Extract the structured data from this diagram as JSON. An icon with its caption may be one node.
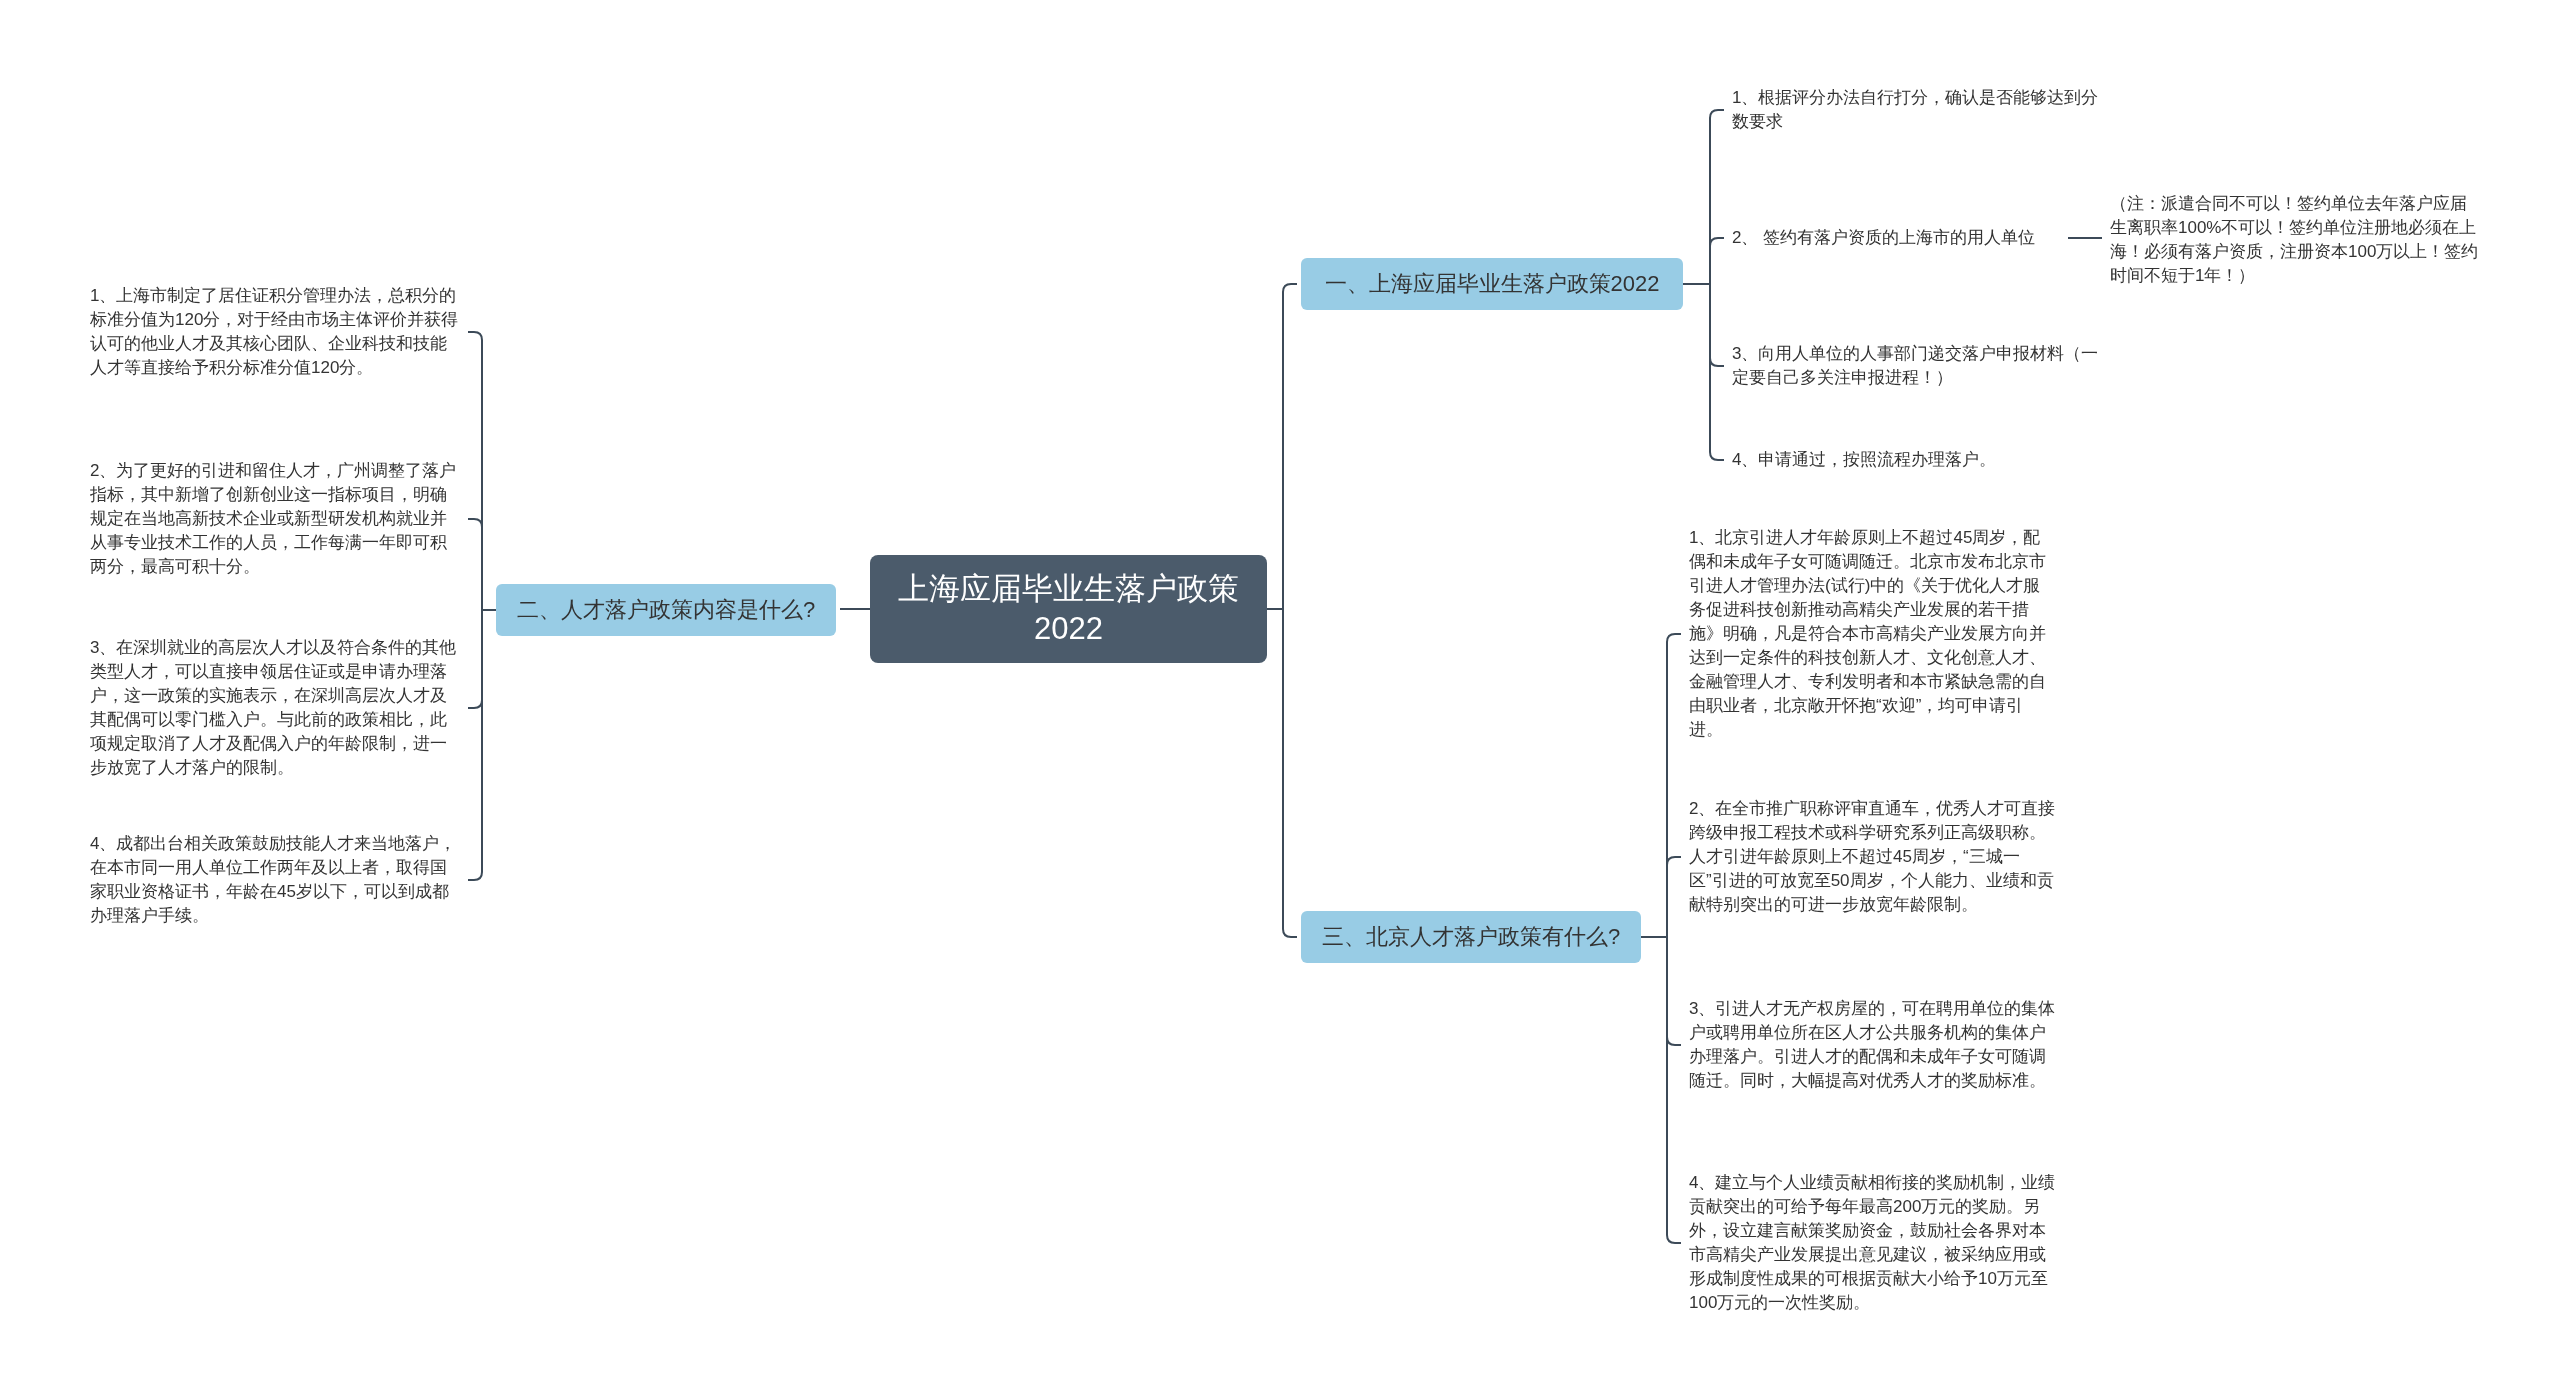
{
  "diagram": {
    "nodes": [
      {
        "text": [
          "上海应届毕业生落户政策2022"
        ]
      },
      {
        "text": [
          "一、上海应届毕业生落户政策2022"
        ]
      },
      {
        "text": [
          "1、根据评分办法自行打分，确认是否能够达到分数要求"
        ]
      },
      {
        "text": [
          "2、 签约有落户资质的上海市的用人单位"
        ]
      },
      {
        "text": [
          "（注：派遣合同不可以！签约单位去年落户应届生离职率100%不可以！签约单位注册地必须在上海！必须有落户资质，注册资本100万以上！签约时间不短于1年！）"
        ]
      },
      {
        "text": [
          "3、向用人单位的人事部门递交落户申报材料（一定要自己多关注申报进程！）"
        ]
      },
      {
        "text": [
          "4、申请通过，按照流程办理落户。"
        ]
      },
      {
        "text": [
          "二、人才落户政策内容是什么?"
        ]
      },
      {
        "text": [
          "1、上海市制定了居住证积分管理办法，总积分的标准分值为120分，对于经由市场主体评价并获得认可的他业人才及其核心团队、企业科技和技能人才等直接给予积分标准分值120分。"
        ]
      },
      {
        "text": [
          "2、为了更好的引进和留住人才，广州调整了落户指标，其中新增了创新创业这一指标项目，明确规定在当地高新技术企业或新型研发机构就业并从事专业技术工作的人员，工作每满一年即可积两分，最高可积十分。"
        ]
      },
      {
        "text": [
          "3、在深圳就业的高层次人才以及符合条件的其他类型人才，可以直接申领居住证或是申请办理落户，这一政策的实施表示，在深圳高层次人才及其配偶可以零门槛入户。与此前的政策相比，此项规定取消了人才及配偶入户的年龄限制，进一步放宽了人才落户的限制。"
        ]
      },
      {
        "text": [
          "4、成都出台相关政策鼓励技能人才来当地落户，在本市同一用人单位工作两年及以上者，取得国家职业资格证书，年龄在45岁以下，可以到成都办理落户手续。"
        ]
      },
      {
        "text": [
          "三、北京人才落户政策有什么?"
        ]
      },
      {
        "text": [
          "1、北京引进人才年龄原则上不超过45周岁，配偶和未成年子女可随调随迁。北京市发布北京市引进人才管理办法(试行)中的《关于优化人才服务促进科技创新推动高精尖产业发展的若干措施》明确，凡是符合本市高精尖产业发展方向并达到一定条件的科技创新人才、文化创意人才、金融管理人才、专利发明者和本市紧缺急需的自由职业者，北京敞开怀抱“欢迎”，均可申请引进。"
        ]
      },
      {
        "text": [
          "2、在全市推广职称评审直通车，优秀人才可直接跨级申报工程技术或科学研究系列正高级职称。人才引进年龄原则上不超过45周岁，“三城一区”引进的可放宽至50周岁，个人能力、业绩和贡献特别突出的可进一步放宽年龄限制。"
        ]
      },
      {
        "text": [
          "3、引进人才无产权房屋的，可在聘用单位的集体户或聘用单位所在区人才公共服务机构的集体户办理落户。引进人才的配偶和未成年子女可随调随迁。同时，大幅提高对优秀人才的奖励标准。"
        ]
      },
      {
        "text": [
          "4、建立与个人业绩贡献相衔接的奖励机制，业绩贡献突出的可给予每年最高200万元的奖励。另外，设立建言献策奖励资金，鼓励社会各界对本市高精尖产业发展提出意见建议，被采纳应用或形成制度性成果的可根据贡献大小给予10万元至100万元的一次性奖励。"
        ]
      }
    ],
    "edges": [
      {
        "from": 0,
        "to": 1,
        "arrow": "none"
      },
      {
        "from": 1,
        "to": 2,
        "arrow": "none"
      },
      {
        "from": 1,
        "to": 3,
        "arrow": "none"
      },
      {
        "from": 3,
        "to": 4,
        "arrow": "none"
      },
      {
        "from": 1,
        "to": 5,
        "arrow": "none"
      },
      {
        "from": 1,
        "to": 6,
        "arrow": "none"
      },
      {
        "from": 0,
        "to": 7,
        "arrow": "none"
      },
      {
        "from": 7,
        "to": 8,
        "arrow": "none"
      },
      {
        "from": 7,
        "to": 9,
        "arrow": "none"
      },
      {
        "from": 7,
        "to": 10,
        "arrow": "none"
      },
      {
        "from": 7,
        "to": 11,
        "arrow": "none"
      },
      {
        "from": 0,
        "to": 12,
        "arrow": "none"
      },
      {
        "from": 12,
        "to": 13,
        "arrow": "none"
      },
      {
        "from": 12,
        "to": 14,
        "arrow": "none"
      },
      {
        "from": 12,
        "to": 15,
        "arrow": "none"
      },
      {
        "from": 12,
        "to": 16,
        "arrow": "none"
      }
    ]
  }
}
